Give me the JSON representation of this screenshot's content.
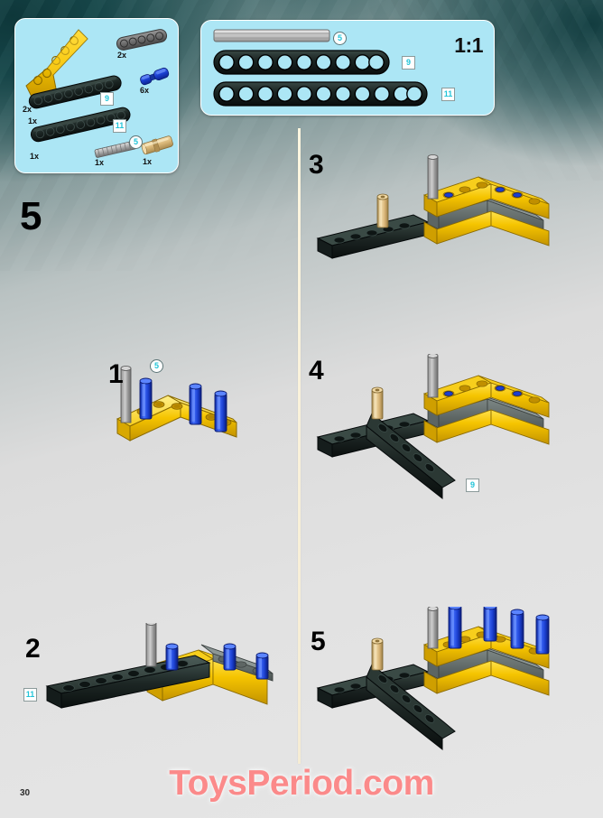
{
  "page": {
    "number": "30",
    "watermark": "ToysPeriod.com",
    "background_dark": "#17484b",
    "background_light": "#e6e6e6",
    "divider_color": "#fdf6e0"
  },
  "parts_panel": {
    "name": "parts-inventory",
    "background": "#ace6f5",
    "items": [
      {
        "id": "yellow-angle-beam",
        "qty": "2x",
        "color": "#f2c000",
        "shape": "angled-liftarm"
      },
      {
        "id": "gray-beam-5",
        "qty": "2x",
        "color": "#6e6e6e",
        "shape": "beam-5"
      },
      {
        "id": "blue-pin",
        "qty": "6x",
        "color": "#1b3fd0",
        "shape": "pin"
      },
      {
        "id": "black-beam-9",
        "qty": "1x",
        "color": "#17201f",
        "shape": "beam-9"
      },
      {
        "id": "black-beam-11",
        "qty": "1x",
        "color": "#17201f",
        "shape": "beam-11"
      },
      {
        "id": "gray-axle-5",
        "qty": "1x",
        "color": "#9a9a9a",
        "shape": "axle"
      },
      {
        "id": "tan-bushing",
        "qty": "1x",
        "color": "#d9b778",
        "shape": "bushing"
      }
    ],
    "callouts": [
      {
        "label": "9",
        "style": "square"
      },
      {
        "label": "11",
        "style": "square"
      },
      {
        "label": "5",
        "style": "circle"
      }
    ]
  },
  "scale_panel": {
    "name": "one-to-one-scale-reference",
    "scale_label": "1:1",
    "background": "#ace6f5",
    "rows": [
      {
        "id": "axle-ref",
        "badge": "5",
        "badge_style": "circle",
        "holes": 0,
        "type": "axle",
        "color": "#c8c8c8"
      },
      {
        "id": "beam-9-ref",
        "badge": "9",
        "badge_style": "square",
        "holes": 9,
        "type": "beam",
        "color": "#17201f"
      },
      {
        "id": "beam-11-ref",
        "badge": "11",
        "badge_style": "square",
        "holes": 11,
        "type": "beam",
        "color": "#17201f"
      }
    ]
  },
  "steps": [
    {
      "id": "step-5-header",
      "number": "5",
      "size": "big",
      "column": "left",
      "note": "section heading"
    },
    {
      "id": "step-1",
      "number": "1",
      "size": "med",
      "column": "left",
      "badges": [
        {
          "label": "5",
          "style": "circle"
        }
      ],
      "parts": [
        "yellow-angle-beam",
        "blue-pin x3",
        "gray-axle-5"
      ]
    },
    {
      "id": "step-2",
      "number": "2",
      "size": "med",
      "column": "left",
      "badges": [
        {
          "label": "11",
          "style": "square"
        }
      ],
      "parts": [
        "black-beam-11",
        "yellow-angle-beam",
        "gray-beam-5",
        "blue-pin x3",
        "gray-axle-5"
      ]
    },
    {
      "id": "step-3",
      "number": "3",
      "size": "med",
      "column": "right",
      "badges": [],
      "parts": [
        "yellow-angle-beam",
        "gray-beam-5",
        "black-beam-11",
        "tan-bushing",
        "gray-axle-5",
        "blue-pin x3"
      ]
    },
    {
      "id": "step-4",
      "number": "4",
      "size": "med",
      "column": "right",
      "badges": [
        {
          "label": "9",
          "style": "square"
        }
      ],
      "parts": [
        "black-beam-9",
        "black-beam-11",
        "yellow-angle-beam",
        "gray-beam-5",
        "tan-bushing",
        "gray-axle-5"
      ]
    },
    {
      "id": "step-5",
      "number": "5",
      "size": "med",
      "column": "right",
      "badges": [],
      "parts": [
        "black-beam-9",
        "black-beam-11",
        "yellow-angle-beam",
        "gray-beam-5",
        "blue-pin x4",
        "tan-bushing",
        "gray-axle-5"
      ]
    }
  ],
  "colors": {
    "lego_yellow": "#f2c000",
    "lego_yellow_dark": "#b88d00",
    "lego_black": "#17201f",
    "lego_black_light": "#2c3a38",
    "lego_gray": "#6e6e6e",
    "lego_blue": "#1b3fd0",
    "lego_blue_light": "#3a63ee",
    "lego_tan": "#d9b778",
    "axle_gray": "#b0b0b0",
    "panel_blue": "#ace6f5",
    "badge_cyan": "#22c4d8",
    "watermark_pink": "#fb8a8a"
  }
}
